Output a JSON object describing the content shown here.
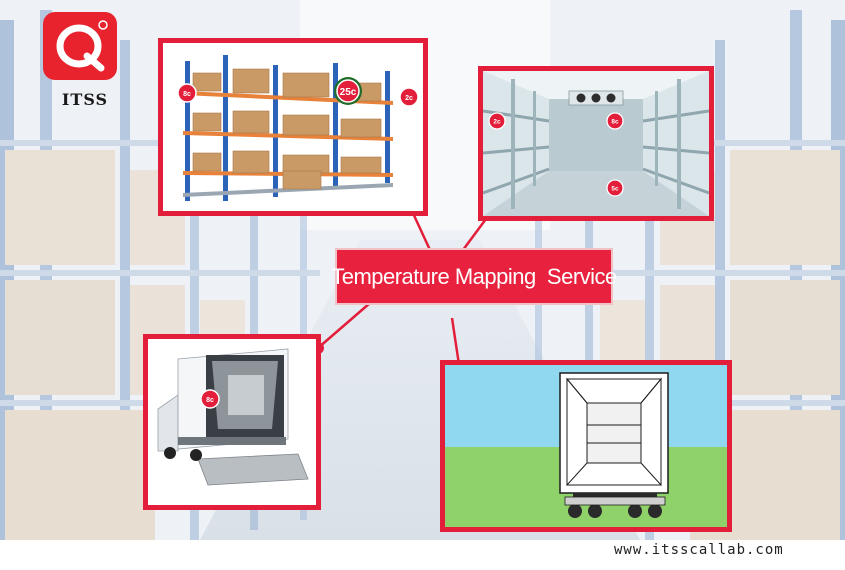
{
  "brand": {
    "name": "ITSS",
    "logo_glyph": "Q",
    "accent_color": "#e31e3a"
  },
  "banner": {
    "title": "Temperature Mapping  Service"
  },
  "footer": {
    "website": "www.itsscallab.com"
  },
  "panels": {
    "warehouse": {
      "tags": [
        "8c",
        "25c",
        "2c"
      ]
    },
    "cold_room": {
      "tags": [
        "2c",
        "8c",
        "5c"
      ]
    },
    "truck": {
      "tags": [
        "8c"
      ]
    }
  }
}
